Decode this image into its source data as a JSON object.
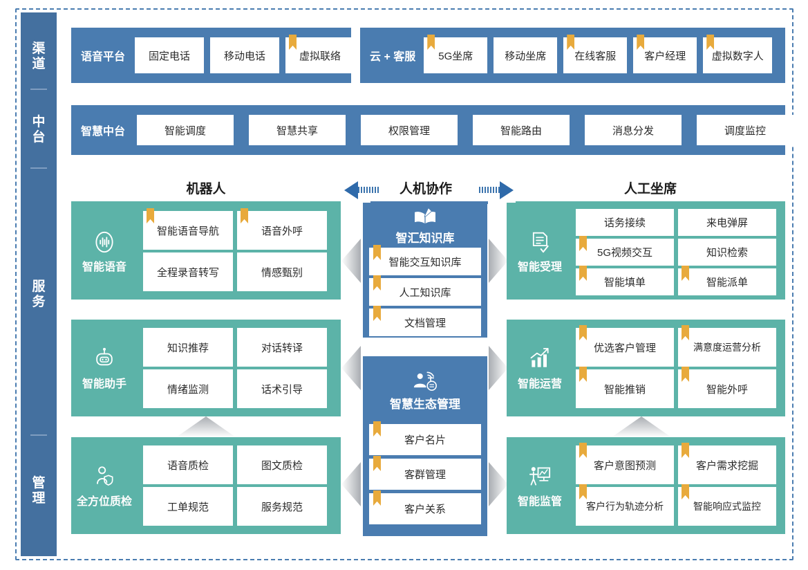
{
  "colors": {
    "blue": "#4a7cb0",
    "rail_blue": "#44709f",
    "teal": "#5cb3a8",
    "bookmark": "#e8aa3c",
    "arrow_blue": "#2f6aaa",
    "chevron_grey": "#b9bcc0"
  },
  "rail": {
    "items": [
      {
        "label": "渠道",
        "chars": [
          "渠",
          "道"
        ]
      },
      {
        "label": "中台",
        "chars": [
          "中",
          "台"
        ]
      },
      {
        "label": "服务",
        "chars": [
          "服",
          "务"
        ]
      },
      {
        "label": "管理",
        "chars": [
          "管",
          "理"
        ]
      }
    ]
  },
  "channel_layer": {
    "groups": [
      {
        "title": "语音平台",
        "items": [
          {
            "label": "固定电话",
            "bookmark": false
          },
          {
            "label": "移动电话",
            "bookmark": false
          },
          {
            "label": "虚拟联络",
            "bookmark": true
          }
        ]
      },
      {
        "title": "云 + 客服",
        "items": [
          {
            "label": "5G坐席",
            "bookmark": true
          },
          {
            "label": "移动坐席",
            "bookmark": false
          },
          {
            "label": "在线客服",
            "bookmark": true
          },
          {
            "label": "客户经理",
            "bookmark": true
          },
          {
            "label": "虚拟数字人",
            "bookmark": true
          }
        ]
      }
    ]
  },
  "platform_layer": {
    "title": "智慧中台",
    "items": [
      {
        "label": "智能调度"
      },
      {
        "label": "智慧共享"
      },
      {
        "label": "权限管理"
      },
      {
        "label": "智能路由"
      },
      {
        "label": "消息分发"
      },
      {
        "label": "调度监控"
      }
    ]
  },
  "column_headers": {
    "left": "机器人",
    "center": "人机协作",
    "right": "人工坐席"
  },
  "left_column": [
    {
      "name": "智能语音",
      "icon": "voice-wave-icon",
      "cells": [
        {
          "label": "智能语音导航",
          "bookmark": true
        },
        {
          "label": "语音外呼",
          "bookmark": true
        },
        {
          "label": "全程录音转写",
          "bookmark": false
        },
        {
          "label": "情感甄别",
          "bookmark": false
        }
      ]
    },
    {
      "name": "智能助手",
      "icon": "robot-icon",
      "cells": [
        {
          "label": "知识推荐",
          "bookmark": false
        },
        {
          "label": "对话转译",
          "bookmark": false
        },
        {
          "label": "情绪监测",
          "bookmark": false
        },
        {
          "label": "话术引导",
          "bookmark": false
        }
      ]
    },
    {
      "name": "全方位质检",
      "icon": "person-shield-icon",
      "cells": [
        {
          "label": "语音质检",
          "bookmark": false
        },
        {
          "label": "图文质检",
          "bookmark": false
        },
        {
          "label": "工单规范",
          "bookmark": false
        },
        {
          "label": "服务规范",
          "bookmark": false
        }
      ]
    }
  ],
  "center_column": [
    {
      "name": "智汇知识库",
      "icon": "book-pen-icon",
      "cells": [
        {
          "label": "智能交互知识库",
          "bookmark": true
        },
        {
          "label": "人工知识库",
          "bookmark": true
        },
        {
          "label": "文档管理",
          "bookmark": true
        }
      ]
    },
    {
      "name": "智慧生态管理",
      "icon": "person-network-icon",
      "cells": [
        {
          "label": "客户名片",
          "bookmark": true
        },
        {
          "label": "客群管理",
          "bookmark": true
        },
        {
          "label": "客户关系",
          "bookmark": true
        }
      ]
    }
  ],
  "right_column": [
    {
      "name": "智能受理",
      "icon": "document-check-icon",
      "cells": [
        {
          "label": "话务接续",
          "bookmark": false
        },
        {
          "label": "来电弹屏",
          "bookmark": false
        },
        {
          "label": "5G视频交互",
          "bookmark": true
        },
        {
          "label": "知识检索",
          "bookmark": false
        },
        {
          "label": "智能填单",
          "bookmark": true
        },
        {
          "label": "智能派单",
          "bookmark": true
        }
      ]
    },
    {
      "name": "智能运营",
      "icon": "growth-chart-icon",
      "cells": [
        {
          "label": "优选客户管理",
          "bookmark": true
        },
        {
          "label": "满意度运营分析",
          "bookmark": true
        },
        {
          "label": "智能推销",
          "bookmark": true
        },
        {
          "label": "智能外呼",
          "bookmark": true
        }
      ]
    },
    {
      "name": "智能监管",
      "icon": "presenter-board-icon",
      "cells": [
        {
          "label": "客户意图预测",
          "bookmark": true
        },
        {
          "label": "客户需求挖掘",
          "bookmark": true
        },
        {
          "label": "客户行为轨迹分析",
          "bookmark": true
        },
        {
          "label": "智能响应式监控",
          "bookmark": true
        }
      ]
    }
  ]
}
